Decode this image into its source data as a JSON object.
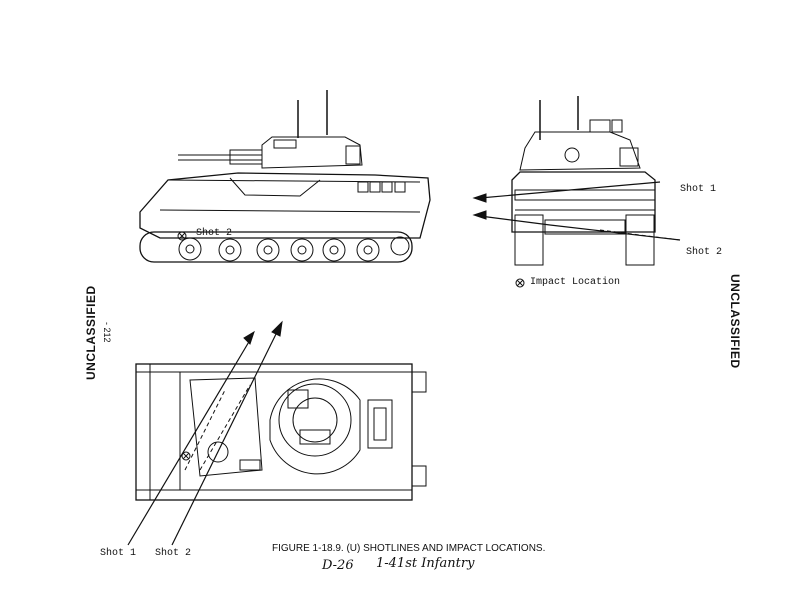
{
  "classification": {
    "left": "UNCLASSIFIED",
    "right": "UNCLASSIFIED"
  },
  "page_number": "- 212",
  "labels": {
    "shot1_side": "Shot 1",
    "shot2_side": "Shot 2",
    "shot2_left": "Shot 2",
    "shot1_bottom": "Shot 1",
    "shot2_bottom": "Shot 2",
    "impact_legend": "Impact Location",
    "impact_symbol": "⊗"
  },
  "caption": "FIGURE 1-18.9.  (U)  SHOTLINES AND IMPACT LOCATIONS.",
  "handwritten": {
    "doc_id": "D-26",
    "unit": "1-41st Infantry"
  }
}
